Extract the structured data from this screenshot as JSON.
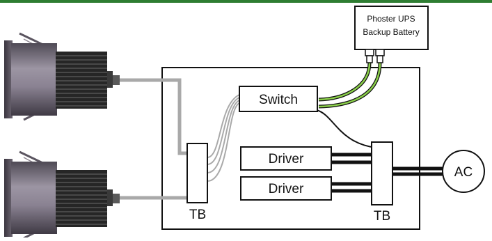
{
  "battery": {
    "line1": "Phoster UPS",
    "line2": "Backup Battery"
  },
  "switch_label": "Switch",
  "drivers": [
    {
      "label": "Driver"
    },
    {
      "label": "Driver"
    }
  ],
  "terminal_blocks": [
    {
      "label": "TB"
    },
    {
      "label": "TB"
    }
  ],
  "ac_label": "AC",
  "colors": {
    "top_bar": "#2e7d32",
    "green_wire": "#8bd04a",
    "fixture_wire": "#a9a9a9",
    "power_wire": "#111111",
    "fixture_body": "#7a7480",
    "heatsink": "#262626"
  },
  "icons": [
    "light-fixture-icon",
    "light-fixture-icon"
  ]
}
